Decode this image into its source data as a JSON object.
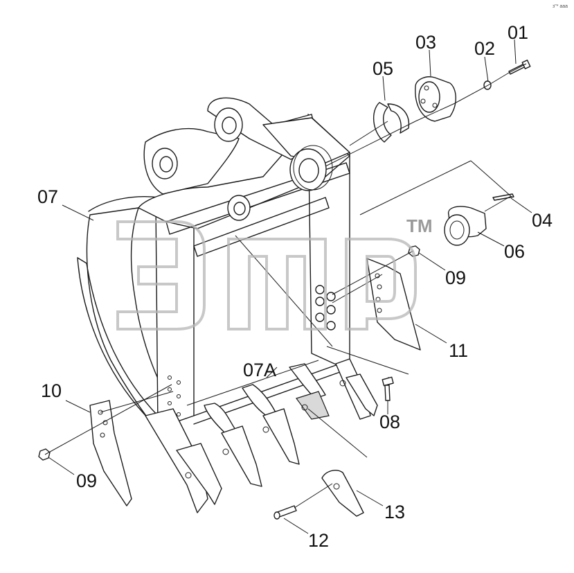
{
  "corner_note": "з\"* ааа",
  "watermark": {
    "trademark": "TM"
  },
  "callouts": [
    {
      "id": "01",
      "label": "01"
    },
    {
      "id": "02",
      "label": "02"
    },
    {
      "id": "03",
      "label": "03"
    },
    {
      "id": "04",
      "label": "04"
    },
    {
      "id": "05",
      "label": "05"
    },
    {
      "id": "06",
      "label": "06"
    },
    {
      "id": "07",
      "label": "07"
    },
    {
      "id": "07A",
      "label": "07A"
    },
    {
      "id": "08",
      "label": "08"
    },
    {
      "id": "09a",
      "label": "09"
    },
    {
      "id": "09b",
      "label": "09"
    },
    {
      "id": "10",
      "label": "10"
    },
    {
      "id": "11",
      "label": "11"
    },
    {
      "id": "12",
      "label": "12"
    },
    {
      "id": "13",
      "label": "13"
    }
  ]
}
